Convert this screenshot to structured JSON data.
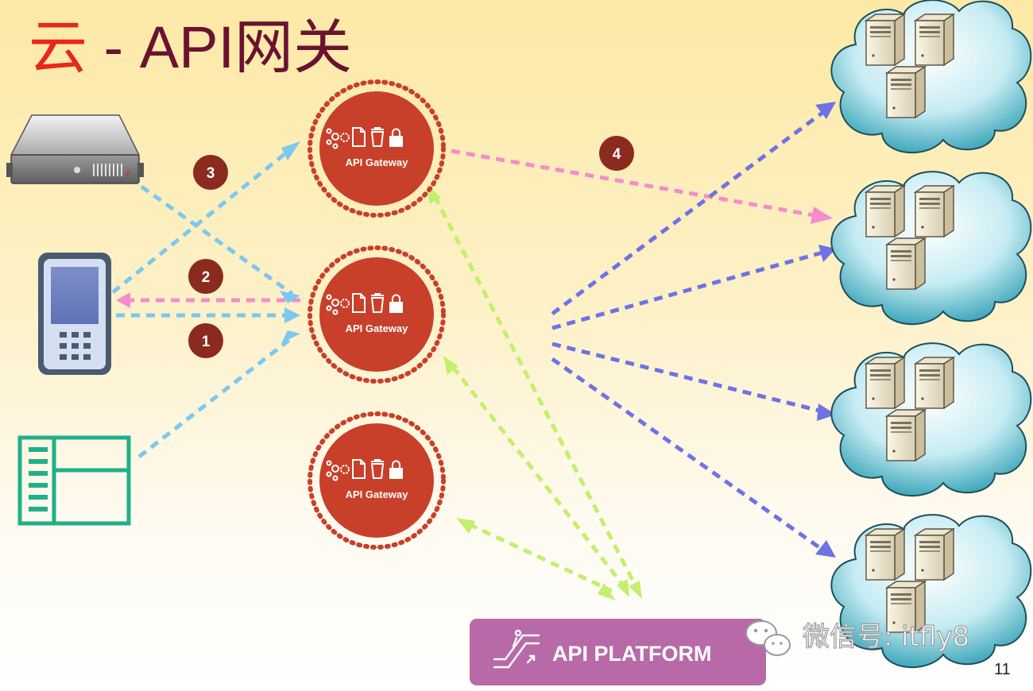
{
  "title": {
    "accent": "云",
    "rest": " - API网关"
  },
  "gateways": [
    {
      "label": "API Gateway"
    },
    {
      "label": "API Gateway"
    },
    {
      "label": "API Gateway"
    }
  ],
  "badges": [
    "1",
    "2",
    "3",
    "4"
  ],
  "platform": {
    "label": "API PLATFORM"
  },
  "watermark": {
    "text": "微信号: itfly8"
  },
  "page_number": "11",
  "icons": [
    "server-icon",
    "mobile-phone-icon",
    "web-layout-icon",
    "cloud-server-cluster-icon",
    "escalator-icon",
    "wechat-icon"
  ],
  "colors": {
    "title": "#6b1230",
    "title_accent": "#e8281a",
    "gateway": "#c8402a",
    "badge": "#8b2a1e",
    "arrow_blue": "#7cc8ee",
    "arrow_pink": "#f58ccb",
    "arrow_violet": "#6f72e4",
    "arrow_green": "#c4ef6e",
    "platform": "#b86aa8",
    "cloud": "#1d8ca2"
  }
}
